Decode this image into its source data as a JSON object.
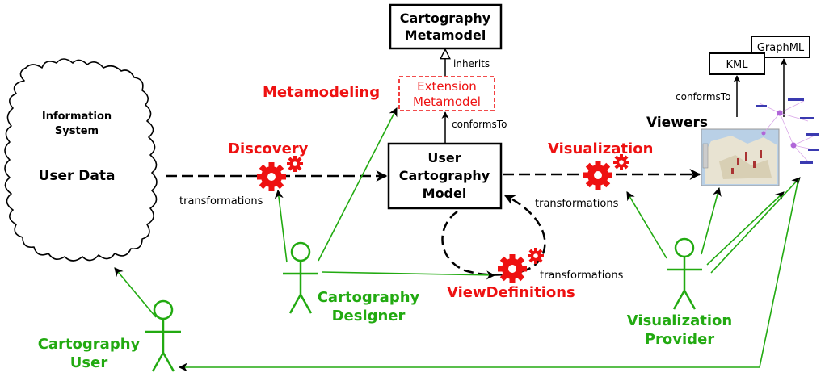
{
  "colors": {
    "red": "#ee1111",
    "green": "#22aa11",
    "black": "#000000"
  },
  "boxes": {
    "cartography_metamodel": [
      "Cartography",
      "Metamodel"
    ],
    "extension_metamodel": [
      "Extension",
      "Metamodel"
    ],
    "user_cartography_model": [
      "User",
      "Cartography",
      "Model"
    ],
    "kml": "KML",
    "graphml": "GraphML"
  },
  "cloud": {
    "title": [
      "Information",
      "System"
    ],
    "subtitle": "User Data"
  },
  "processes": {
    "metamodeling": "Metamodeling",
    "discovery": "Discovery",
    "visualization": "Visualization",
    "view_definitions": "ViewDefinitions"
  },
  "edge_labels": {
    "inherits": "inherits",
    "conforms_to_model": "conformsTo",
    "conforms_to_viewers": "conformsTo",
    "transformations_discovery": "transformations",
    "transformations_visualization": "transformations",
    "transformations_views": "transformations"
  },
  "viewers": "Viewers",
  "actors": {
    "cartography_designer": [
      "Cartography",
      "Designer"
    ],
    "visualization_provider": [
      "Visualization",
      "Provider"
    ],
    "cartography_user": [
      "Cartography",
      "User"
    ]
  },
  "icons": {
    "gear": "gear-icon",
    "actor": "stick-figure-icon",
    "viewer": "map-graph-viewer-icon"
  }
}
